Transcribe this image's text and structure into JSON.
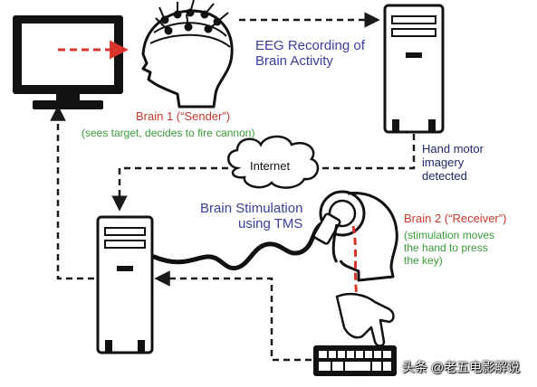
{
  "labels": {
    "eeg_line1": "EEG Recording of",
    "eeg_line2": "Brain Activity",
    "brain1_title": "Brain 1 (“Sender”)",
    "brain1_desc": "(sees target, decides to fire cannon)",
    "internet": "Internet",
    "hand_line1": "Hand motor",
    "hand_line2": "imagery",
    "hand_line3": "detected",
    "stim_line1": "Brain Stimulation",
    "stim_line2": "using TMS",
    "brain2_title": "Brain 2 (“Receiver”)",
    "brain2_line1": "(stimulation moves",
    "brain2_line2": "the hand to press",
    "brain2_line3": "the key)"
  },
  "watermark": "头条 @老五电影解说",
  "colors": {
    "text_blue": "#3a3f9a",
    "text_red": "#c8392f",
    "text_green": "#3a9a3a",
    "arrow_red": "#d9342b",
    "line_dark": "#1a1a1a"
  }
}
